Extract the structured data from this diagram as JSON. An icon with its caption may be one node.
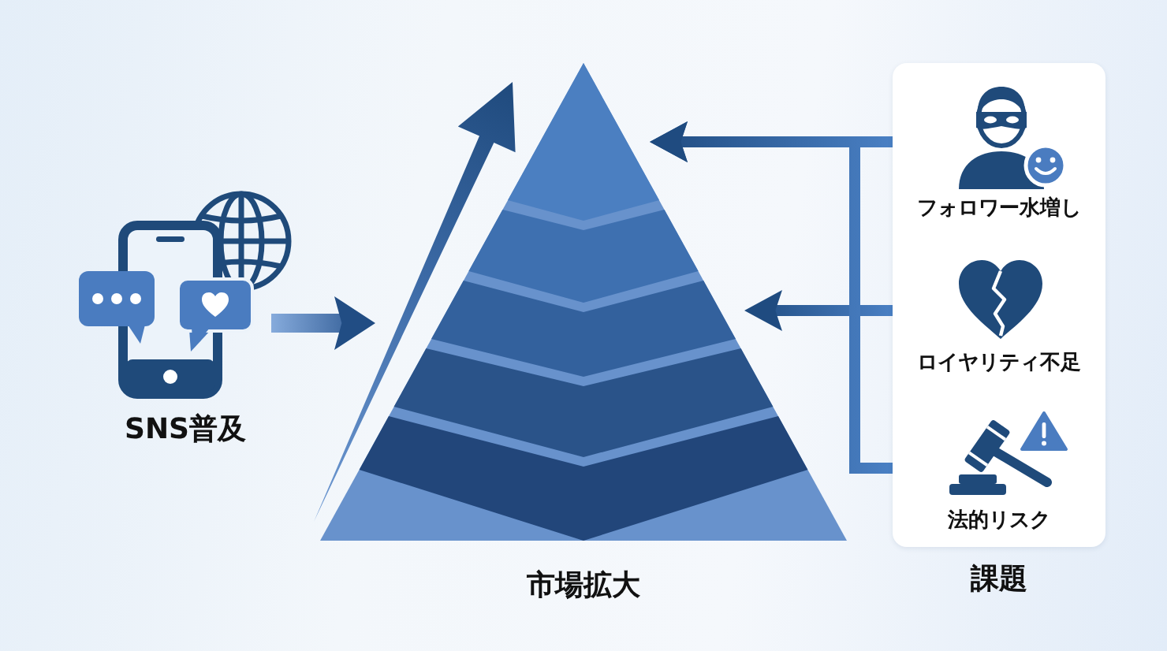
{
  "diagram": {
    "nodes": [
      {
        "text": [
          "SNS普及"
        ]
      },
      {
        "text": [
          "市場拡大"
        ]
      },
      {
        "text": [
          "課題"
        ]
      },
      {
        "text": [
          "フォロワー水増し"
        ],
        "in": 2
      },
      {
        "text": [
          "ロイヤリティ不足"
        ],
        "in": 2
      },
      {
        "text": [
          "法的リスク"
        ],
        "in": 2
      }
    ],
    "edges": [
      {
        "from": 0,
        "to": 1,
        "arrow": "to",
        "style": "thick"
      },
      {
        "from": 3,
        "to": 1,
        "arrow": "to"
      },
      {
        "from": 4,
        "to": 1,
        "arrow": "to"
      },
      {
        "from": 5,
        "to": 1,
        "arrow": "to"
      }
    ]
  }
}
